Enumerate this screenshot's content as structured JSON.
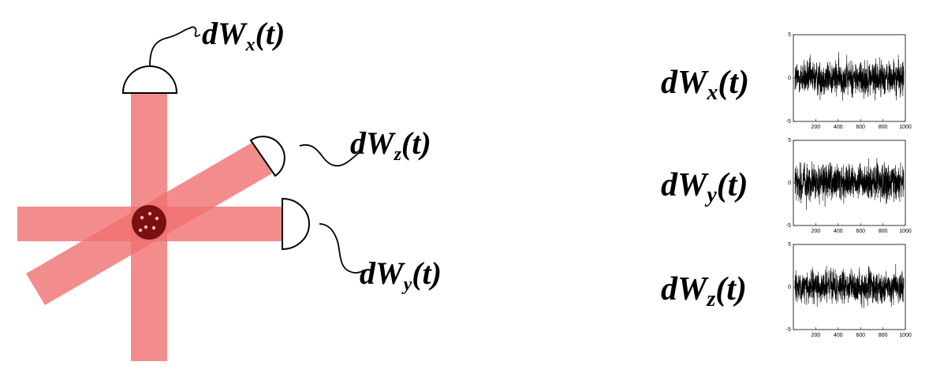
{
  "diagram": {
    "beam_color": "#f07070",
    "overlap_color": "#e03838",
    "atom_cloud_color": "#7a1010",
    "atom_dot_color": "#f4b8b8",
    "detector_labels": [
      {
        "id": "x",
        "base": "dW",
        "sub": "x",
        "tail": "(t)"
      },
      {
        "id": "z",
        "base": "dW",
        "sub": "z",
        "tail": "(t)"
      },
      {
        "id": "y",
        "base": "dW",
        "sub": "y",
        "tail": "(t)"
      }
    ]
  },
  "signals": [
    {
      "id": "x",
      "label": {
        "base": "dW",
        "sub": "x",
        "tail": "(t)"
      }
    },
    {
      "id": "y",
      "label": {
        "base": "dW",
        "sub": "y",
        "tail": "(t)"
      }
    },
    {
      "id": "z",
      "label": {
        "base": "dW",
        "sub": "z",
        "tail": "(t)"
      }
    }
  ],
  "plot_axes": {
    "y_ticks": [
      "5",
      "0",
      "-5"
    ],
    "x_ticks": [
      "200",
      "400",
      "600",
      "800",
      "1000"
    ],
    "xlim": [
      0,
      1000
    ],
    "ylim": [
      -5,
      5
    ]
  }
}
